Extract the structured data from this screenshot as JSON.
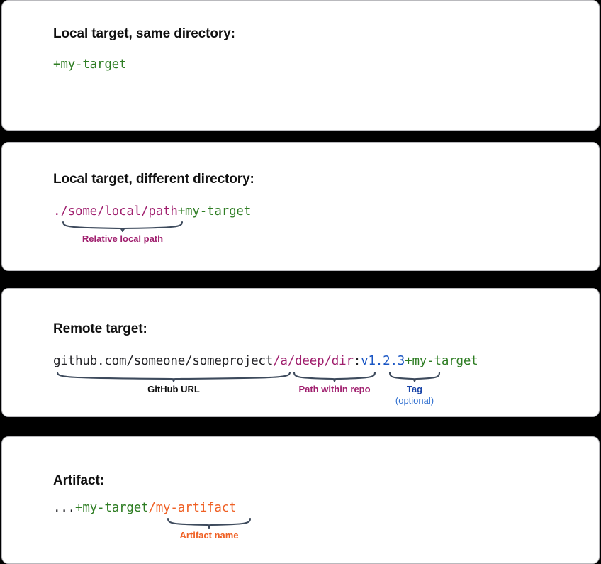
{
  "colors": {
    "green": "#2e7d23",
    "magenta": "#a01f6e",
    "blue": "#1a56c4",
    "orange": "#ef6024",
    "dark": "#222226",
    "brace": "#3d4a5c",
    "separator": "#000000",
    "card_bg": "#ffffff"
  },
  "panels": [
    {
      "title": "Local target, same directory:",
      "code_tokens": [
        {
          "text": "+my-target",
          "color_role": "green"
        }
      ],
      "annotations": []
    },
    {
      "title": "Local target, different directory:",
      "code_tokens": [
        {
          "text": "./some/local/path",
          "color_role": "magenta"
        },
        {
          "text": "+my-target",
          "color_role": "green"
        }
      ],
      "annotations": [
        {
          "label": "Relative local path",
          "sublabel": "",
          "color_role": "magenta"
        }
      ]
    },
    {
      "title": "Remote target:",
      "code_tokens": [
        {
          "text": "github.com/someone/someproject",
          "color_role": "dark"
        },
        {
          "text": "/a/deep/dir",
          "color_role": "magenta"
        },
        {
          "text": ":",
          "color_role": "dark"
        },
        {
          "text": "v1.2.3",
          "color_role": "blue"
        },
        {
          "text": "+my-target",
          "color_role": "green"
        }
      ],
      "annotations": [
        {
          "label": "GitHub URL",
          "sublabel": "",
          "color_role": "dark"
        },
        {
          "label": "Path within repo",
          "sublabel": "",
          "color_role": "magenta"
        },
        {
          "label": "Tag",
          "sublabel": "(optional)",
          "color_role": "blue"
        }
      ]
    },
    {
      "title": "Artifact:",
      "code_tokens": [
        {
          "text": "...",
          "color_role": "dark"
        },
        {
          "text": "+my-target",
          "color_role": "green"
        },
        {
          "text": "/my-artifact",
          "color_role": "orange"
        }
      ],
      "annotations": [
        {
          "label": "Artifact name",
          "sublabel": "",
          "color_role": "orange"
        }
      ]
    }
  ]
}
